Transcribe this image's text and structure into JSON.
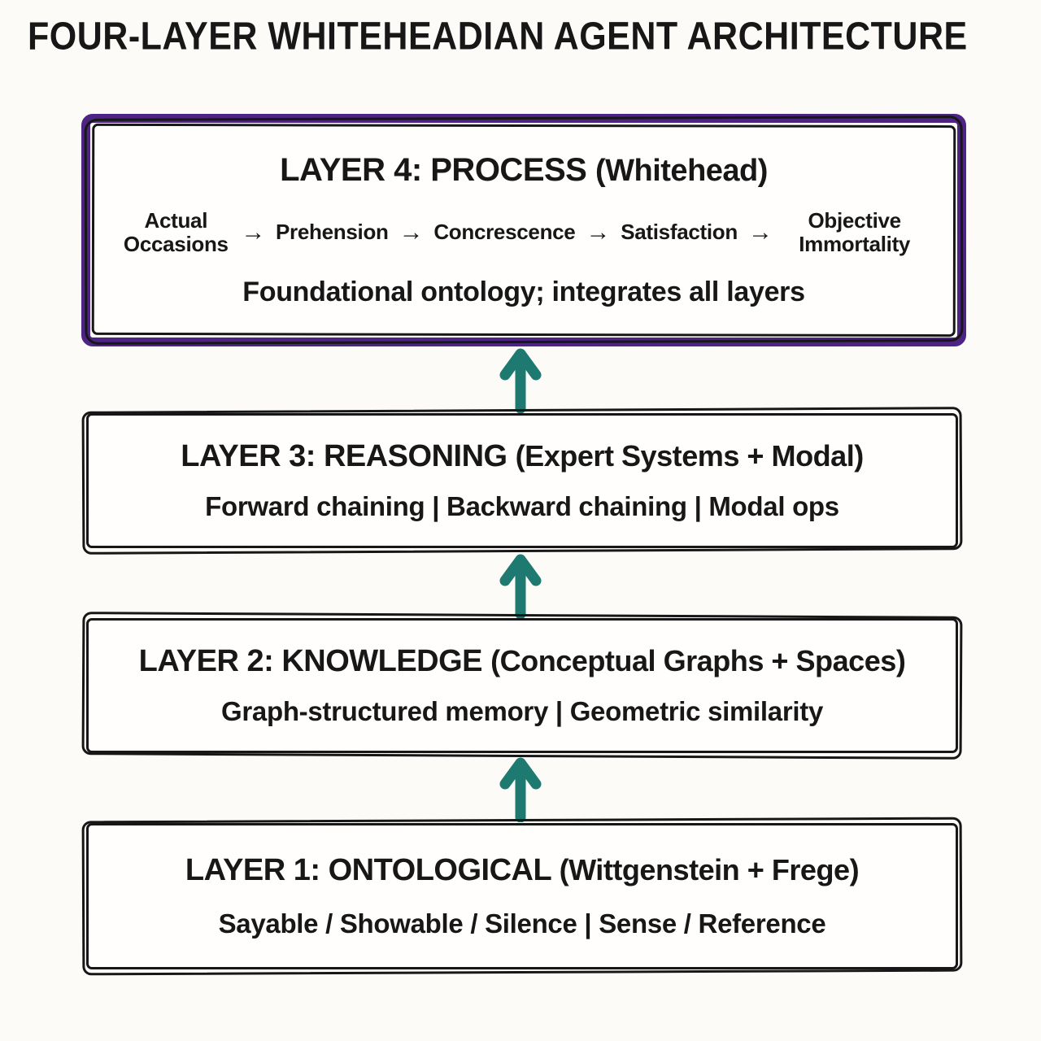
{
  "title": "FOUR-LAYER WHITEHEADIAN AGENT ARCHITECTURE",
  "colors": {
    "ink": "#171717",
    "highlight_border": "#4d2383",
    "arrow": "#1e7a70",
    "background": "#fcfbf8"
  },
  "glyphs": {
    "flow_arrow": "→",
    "up_arrow": "↑"
  },
  "layers": [
    {
      "name": "layer-4",
      "heading_main": "LAYER 4: PROCESS",
      "heading_paren": "(Whitehead)",
      "flow": [
        "Actual Occasions",
        "Prehension",
        "Concrescence",
        "Satisfaction",
        "Objective Immortality"
      ],
      "note": "Foundational ontology; integrates all layers",
      "highlighted": true
    },
    {
      "name": "layer-3",
      "heading_main": "LAYER 3: REASONING",
      "heading_paren": "(Expert Systems + Modal)",
      "detail": "Forward chaining | Backward chaining | Modal ops"
    },
    {
      "name": "layer-2",
      "heading_main": "LAYER 2: KNOWLEDGE",
      "heading_paren": "(Conceptual Graphs + Spaces)",
      "detail": "Graph-structured memory | Geometric similarity"
    },
    {
      "name": "layer-1",
      "heading_main": "LAYER 1: ONTOLOGICAL",
      "heading_paren": "(Wittgenstein + Frege)",
      "detail": "Sayable / Showable / Silence | Sense / Reference"
    }
  ]
}
